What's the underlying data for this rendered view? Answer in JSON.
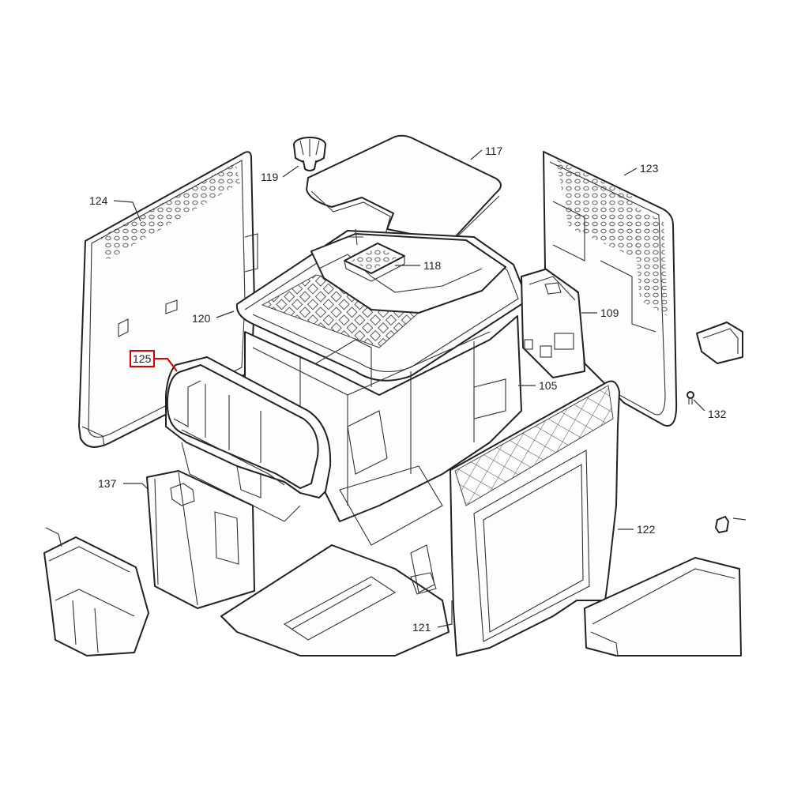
{
  "diagram": {
    "colors": {
      "line": "#222222",
      "highlight": "#d40000",
      "background": "#ffffff"
    },
    "parts": [
      {
        "id": "117",
        "label": "117"
      },
      {
        "id": "118",
        "label": "118"
      },
      {
        "id": "119",
        "label": "119"
      },
      {
        "id": "120",
        "label": "120"
      },
      {
        "id": "121",
        "label": "121"
      },
      {
        "id": "122",
        "label": "122"
      },
      {
        "id": "123",
        "label": "123"
      },
      {
        "id": "124",
        "label": "124"
      },
      {
        "id": "125",
        "label": "125",
        "highlighted": true
      },
      {
        "id": "105",
        "label": "105"
      },
      {
        "id": "109",
        "label": "109"
      },
      {
        "id": "132",
        "label": "132"
      },
      {
        "id": "137",
        "label": "137"
      }
    ]
  }
}
